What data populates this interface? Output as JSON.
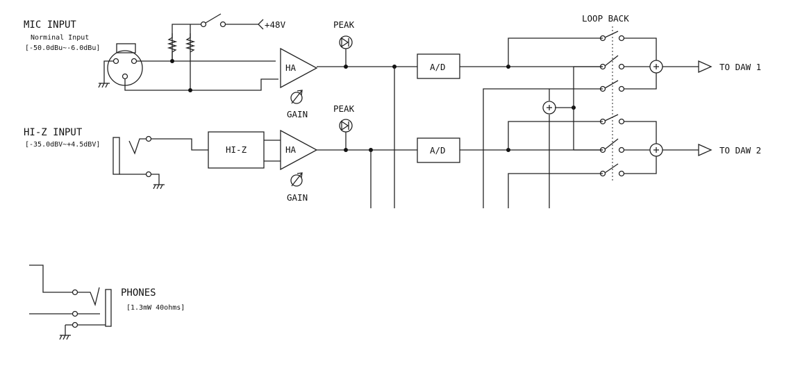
{
  "labels": {
    "mic_title": "MIC INPUT",
    "mic_sub1": "Norminal Input",
    "mic_sub2": "[-50.0dBu~-6.0dBu]",
    "phantom": "+48V",
    "peak": "PEAK",
    "ha": "HA",
    "gain": "GAIN",
    "ad": "A/D",
    "loopback": "LOOP BACK",
    "daw1": "TO DAW 1",
    "daw2": "TO DAW 2",
    "hiz_title": "HI-Z INPUT",
    "hiz_range": "[-35.0dBV~+4.5dBV]",
    "hiz_block": "HI-Z",
    "phones": "PHONES",
    "phones_spec": "[1.3mW 40ohms]"
  }
}
